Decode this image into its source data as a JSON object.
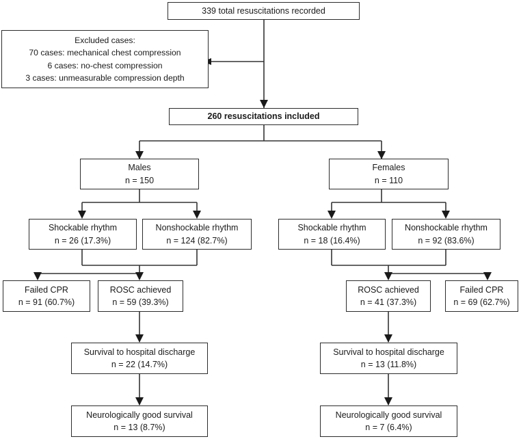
{
  "diagram": {
    "title": "CPR resuscitation cohort flow diagram",
    "line_color": "#333333",
    "box_border_color": "#2b2b2b",
    "text_color": "#1a1a1a",
    "background": "#ffffff",
    "nodes": {
      "total": {
        "line1": "339  total resuscitations recorded"
      },
      "excluded": {
        "line1": "Excluded cases:",
        "line2": "70  cases: mechanical chest compression",
        "line3": "6 cases: no-chest compression",
        "line4": "3  cases: unmeasurable compression depth"
      },
      "included": {
        "line1": "260  resuscitations included"
      },
      "males": {
        "line1": "Males",
        "line2": "n = 150"
      },
      "females": {
        "line1": "Females",
        "line2": "n = 110"
      },
      "male_shockable": {
        "line1": "Shockable rhythm",
        "line2": "n = 26 (17.3%)"
      },
      "male_nonshockable": {
        "line1": "Nonshockable rhythm",
        "line2": "n = 124 (82.7%)"
      },
      "female_shockable": {
        "line1": "Shockable rhythm",
        "line2": "n = 18 (16.4%)"
      },
      "female_nonshockable": {
        "line1": "Nonshockable rhythm",
        "line2": "n = 92 (83.6%)"
      },
      "male_failed_cpr": {
        "line1": "Failed CPR",
        "line2": "n = 91 (60.7%)"
      },
      "male_rosc": {
        "line1": "ROSC achieved",
        "line2": "n = 59 (39.3%)"
      },
      "female_rosc": {
        "line1": "ROSC achieved",
        "line2": "n = 41 (37.3%)"
      },
      "female_failed_cpr": {
        "line1": "Failed CPR",
        "line2": "n = 69 (62.7%)"
      },
      "male_survival": {
        "line1": "Survival to hospital discharge",
        "line2": "n = 22 (14.7%)"
      },
      "female_survival": {
        "line1": "Survival to hospital discharge",
        "line2": "n = 13 (11.8%)"
      },
      "male_neuro": {
        "line1": "Neurologically good survival",
        "line2": "n = 13 (8.7%)"
      },
      "female_neuro": {
        "line1": "Neurologically good survival",
        "line2": "n = 7 (6.4%)"
      }
    }
  }
}
